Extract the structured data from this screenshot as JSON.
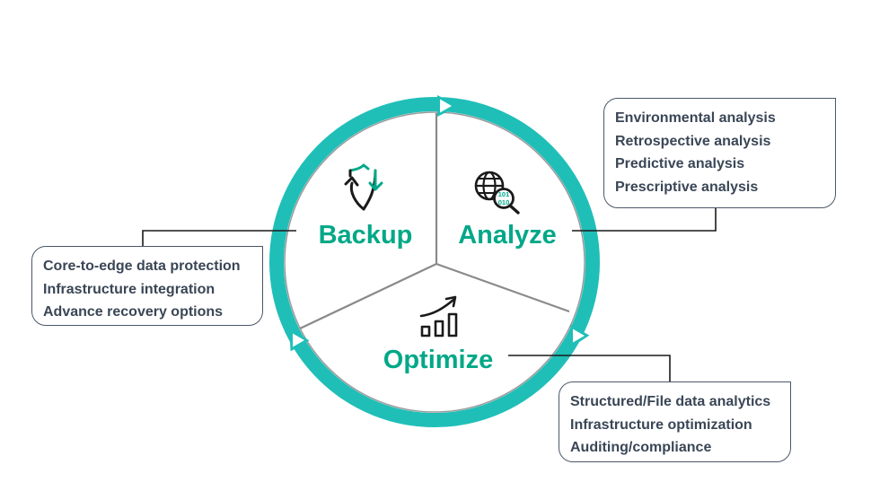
{
  "colors": {
    "accent": "#1fbfb8",
    "label": "#00a887",
    "divider": "#8a8a8a",
    "text": "#3a4656",
    "box_border": "#4a5868"
  },
  "segments": {
    "backup": {
      "label": "Backup",
      "icon": "shield-cycle-icon"
    },
    "analyze": {
      "label": "Analyze",
      "icon": "globe-binary-search-icon",
      "icon_text": [
        "101",
        "010"
      ]
    },
    "optimize": {
      "label": "Optimize",
      "icon": "growth-bar-chart-icon"
    }
  },
  "boxes": {
    "analyze": {
      "items": [
        "Environmental analysis",
        "Retrospective analysis",
        "Predictive analysis",
        "Prescriptive analysis"
      ]
    },
    "backup": {
      "items": [
        "Core-to-edge data protection",
        "Infrastructure integration",
        "Advance recovery options"
      ]
    },
    "optimize": {
      "items": [
        "Structured/File data analytics",
        "Infrastructure optimization",
        "Auditing/compliance"
      ]
    }
  }
}
